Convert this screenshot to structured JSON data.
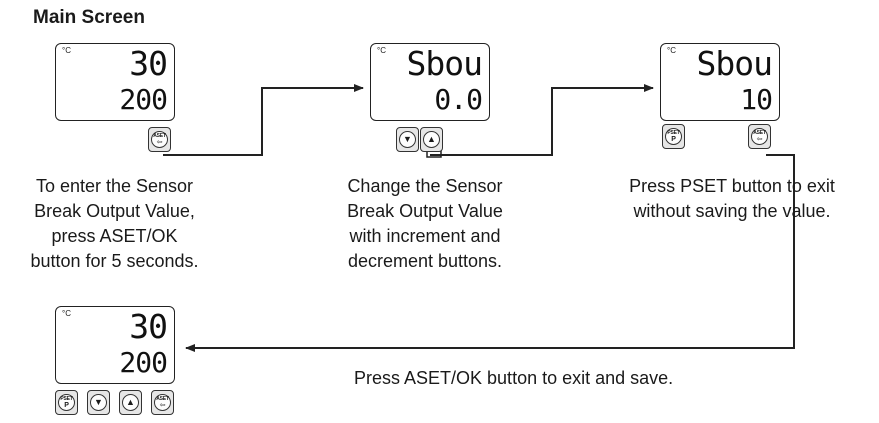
{
  "title": "Main Screen",
  "unit_label": "°C",
  "screens": {
    "main": {
      "pv": "30",
      "sv": "200"
    },
    "change": {
      "pv": "Sbou",
      "sv": "0.0"
    },
    "pset": {
      "pv": "Sbou",
      "sv": "10"
    },
    "final": {
      "pv": "30",
      "sv": "200"
    }
  },
  "keys": {
    "aset": {
      "label": "ASET",
      "icon": "enter-arrow-icon"
    },
    "pset": {
      "label": "PSET",
      "sub": "P"
    },
    "down": {
      "icon": "down-triangle-icon"
    },
    "up": {
      "icon": "up-triangle-icon"
    }
  },
  "descriptions": {
    "enter": [
      "To enter the Sensor",
      "Break Output Value,",
      "press ASET/OK",
      "button for 5 seconds."
    ],
    "change": [
      "Change the Sensor",
      "Break Output Value",
      "with increment and",
      "decrement buttons."
    ],
    "exit_no_save": [
      "Press PSET button to exit",
      "without saving the value."
    ],
    "exit_save": "Press ASET/OK button to exit and save."
  }
}
